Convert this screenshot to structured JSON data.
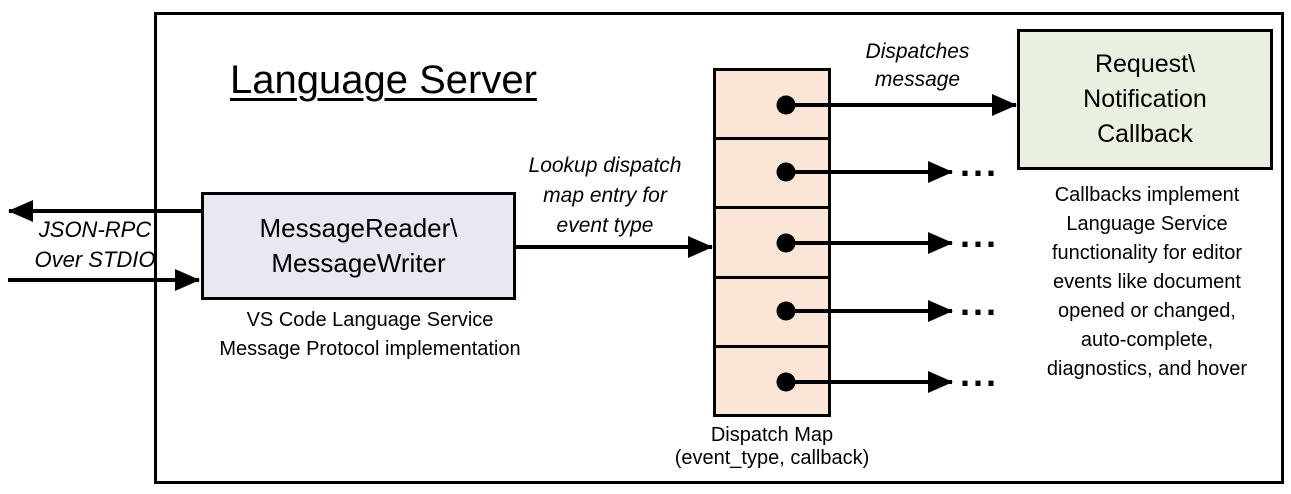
{
  "colors": {
    "msg-fill": "#e8e7f2",
    "dispatch-fill": "#fbe5d6",
    "callback-fill": "#e9f0e0",
    "line": "#000000"
  },
  "title": "Language Server",
  "stdio_label": {
    "line1": "JSON-RPC",
    "line2": "Over STDIO"
  },
  "message_box": {
    "line1": "MessageReader\\",
    "line2": "MessageWriter",
    "caption_line1": "VS Code Language Service",
    "caption_line2": "Message Protocol implementation"
  },
  "lookup_label": {
    "line1": "Lookup dispatch",
    "line2": "map entry for",
    "line3": "event type"
  },
  "dispatches_label": {
    "line1": "Dispatches",
    "line2": "message"
  },
  "callback_box": {
    "line1": "Request\\",
    "line2": "Notification",
    "line3": "Callback"
  },
  "dispatch_map": {
    "caption_line1": "Dispatch Map",
    "caption_line2": "(event_type, callback)"
  },
  "callbacks_note": {
    "lines": [
      "Callbacks implement",
      "Language Service",
      "functionality for editor",
      "events like document",
      "opened or changed,",
      "auto-complete,",
      "diagnostics, and hover"
    ]
  },
  "ellipsis": "..."
}
